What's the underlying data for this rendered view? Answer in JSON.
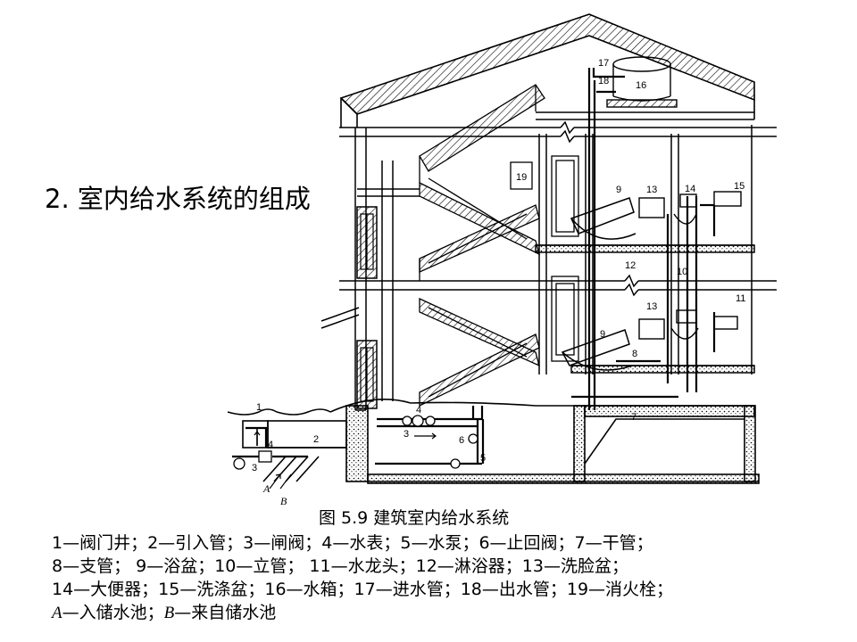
{
  "slide": {
    "title": "2. 室内给水系统的组成"
  },
  "figure": {
    "caption": "图 5.9  建筑室内给水系统",
    "labels": {
      "1": "1",
      "2": "2",
      "3": "3",
      "4": "4",
      "5": "5",
      "6": "6",
      "7": "7",
      "8": "8",
      "9": "9",
      "10": "10",
      "11": "11",
      "12": "12",
      "13": "13",
      "14": "14",
      "15": "15",
      "16": "16",
      "17": "17",
      "18": "18",
      "19": "19",
      "A": "A",
      "B": "B"
    }
  },
  "legend": {
    "rows": [
      "1—阀门井；2—引入管；3—闸阀；4—水表；5—水泵；6—止回阀；7—干管；",
      "8—支管；  9—浴盆；10—立管；  11—水龙头；12—淋浴器；13—洗脸盆；",
      "14—大便器；15—洗涤盆；16—水箱；17—进水管；18—出水管；19—消火栓；"
    ],
    "last_row": {
      "a_key": "A",
      "a_text": "—入储水池；",
      "b_key": "B",
      "b_text": "—来自储水池"
    }
  }
}
